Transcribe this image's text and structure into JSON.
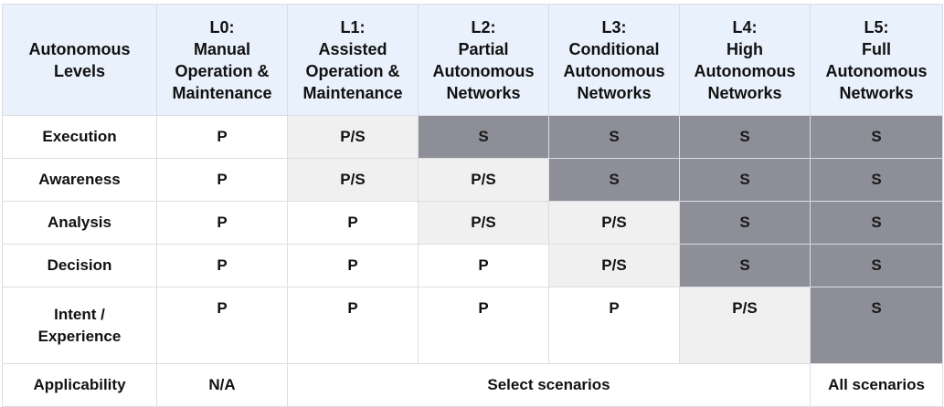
{
  "table": {
    "corner_header": [
      "Autonomous",
      "Levels"
    ],
    "level_headers": [
      [
        "L0:",
        "Manual",
        "Operation &",
        "Maintenance"
      ],
      [
        "L1:",
        "Assisted",
        "Operation &",
        "Maintenance"
      ],
      [
        "L2:",
        "Partial",
        "Autonomous",
        "Networks"
      ],
      [
        "L3:",
        "Conditional",
        "Autonomous",
        "Networks"
      ],
      [
        "L4:",
        "High",
        "Autonomous",
        "Networks"
      ],
      [
        "L5:",
        "Full",
        "Autonomous",
        "Networks"
      ]
    ],
    "rows": [
      {
        "label": [
          "Execution"
        ],
        "cells": [
          "P",
          "P/S",
          "S",
          "S",
          "S",
          "S"
        ],
        "shades": [
          "white",
          "light",
          "dark",
          "dark",
          "dark",
          "dark"
        ]
      },
      {
        "label": [
          "Awareness"
        ],
        "cells": [
          "P",
          "P/S",
          "P/S",
          "S",
          "S",
          "S"
        ],
        "shades": [
          "white",
          "light",
          "light",
          "dark",
          "dark",
          "dark"
        ]
      },
      {
        "label": [
          "Analysis"
        ],
        "cells": [
          "P",
          "P",
          "P/S",
          "P/S",
          "S",
          "S"
        ],
        "shades": [
          "white",
          "white",
          "light",
          "light",
          "dark",
          "dark"
        ]
      },
      {
        "label": [
          "Decision"
        ],
        "cells": [
          "P",
          "P",
          "P",
          "P/S",
          "S",
          "S"
        ],
        "shades": [
          "white",
          "white",
          "white",
          "light",
          "dark",
          "dark"
        ]
      },
      {
        "label": [
          "Intent /",
          "Experience"
        ],
        "cells": [
          "P",
          "P",
          "P",
          "P",
          "P/S",
          "S"
        ],
        "shades": [
          "white",
          "white",
          "white",
          "white",
          "light",
          "dark"
        ]
      }
    ],
    "applicability": {
      "label": "Applicability",
      "l0": "N/A",
      "l1_to_l4": "Select scenarios",
      "l5": "All scenarios"
    }
  },
  "colors": {
    "header_bg": "#e8f1fc",
    "light_cell": "#f0f0f0",
    "dark_cell": "#8d8e98",
    "border": "#dcdde2"
  }
}
